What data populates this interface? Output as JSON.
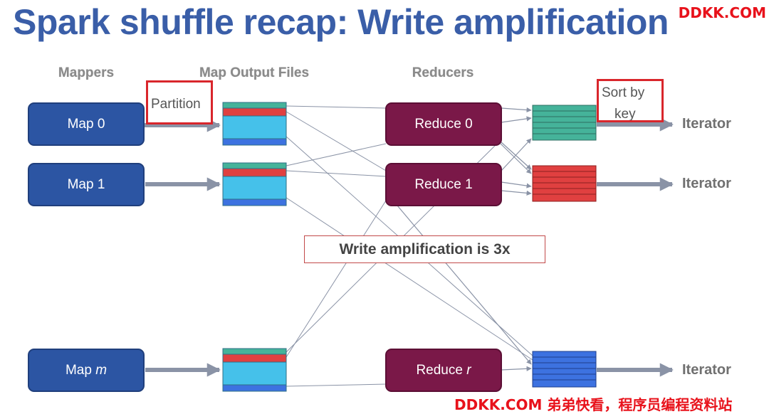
{
  "title": "Spark shuffle recap: Write amplification",
  "watermark_top": "DDKK.COM",
  "watermark_bottom": "DDKK.COM 弟弟快看，程序员编程资料站",
  "headers": {
    "mappers": "Mappers",
    "map_output_files": "Map Output Files",
    "reducers": "Reducers"
  },
  "mappers": [
    {
      "label": "Map 0"
    },
    {
      "label": "Map 1"
    },
    {
      "label": "Map ",
      "italic": "m"
    }
  ],
  "reducers": [
    {
      "label": "Reduce 0"
    },
    {
      "label": "Reduce 1"
    },
    {
      "label": "Reduce ",
      "italic": "r"
    }
  ],
  "callouts": {
    "partition": "Partition",
    "sort_line1": "Sort by",
    "sort_line2": "key"
  },
  "amplification": "Write amplification is 3x",
  "iterators": [
    "Iterator",
    "Iterator",
    "Iterator"
  ],
  "colors": {
    "title": "#3a5ea8",
    "watermark": "#e8121b",
    "map": "#2c55a3",
    "reduce": "#7a1848",
    "partition_teal": "#45b39a",
    "partition_red": "#e04040",
    "partition_cyan": "#45c1ea",
    "partition_blue": "#3d72e0",
    "arrow": "#8a93a6"
  }
}
